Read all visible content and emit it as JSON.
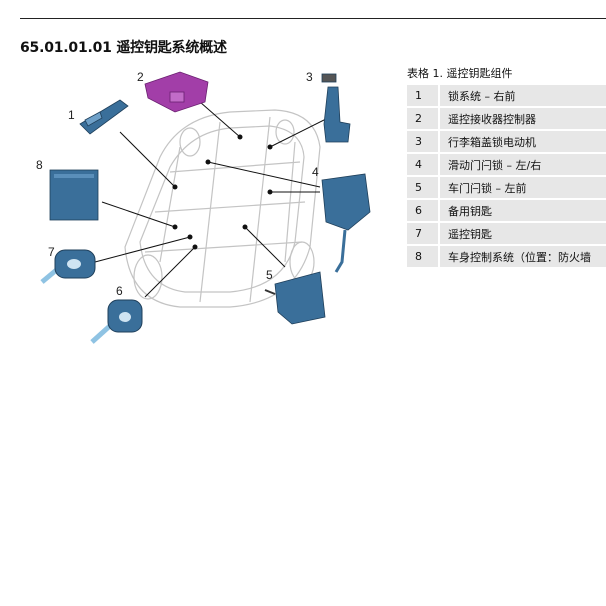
{
  "section": {
    "title": "65.01.01.01 遥控钥匙系统概述"
  },
  "figure": {
    "callouts": [
      "1",
      "2",
      "3",
      "4",
      "5",
      "6",
      "7",
      "8"
    ]
  },
  "table": {
    "caption": "表格 1. 遥控钥匙组件",
    "rows": [
      {
        "num": "1",
        "desc": "锁系统 – 右前"
      },
      {
        "num": "2",
        "desc": "遥控接收器控制器"
      },
      {
        "num": "3",
        "desc": "行李箱盖锁电动机"
      },
      {
        "num": "4",
        "desc": "滑动门闩锁 – 左/右"
      },
      {
        "num": "5",
        "desc": "车门闩锁 – 左前"
      },
      {
        "num": "6",
        "desc": "备用钥匙"
      },
      {
        "num": "7",
        "desc": "遥控钥匙"
      },
      {
        "num": "8",
        "desc": "车身控制系统（位置：防火墙"
      }
    ]
  },
  "colors": {
    "component_blue": "#3a6f9a",
    "receiver_purple": "#a23ea8",
    "car_outline": "#bfbfbf",
    "table_row_bg": "#e7e7e7"
  }
}
